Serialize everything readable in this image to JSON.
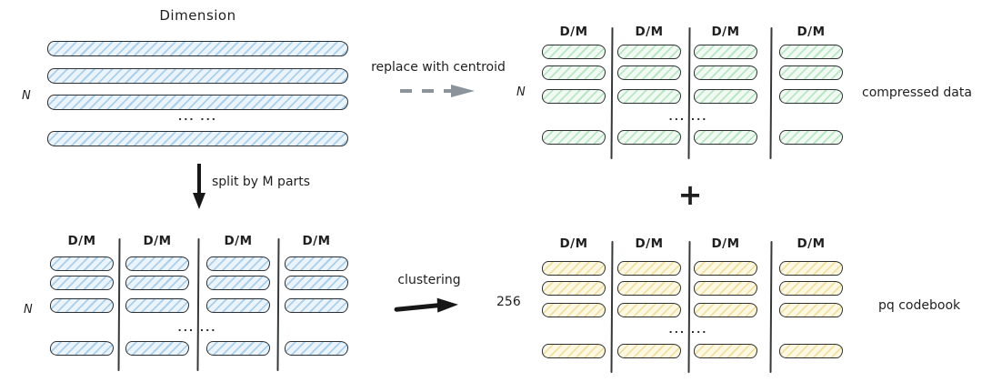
{
  "diagram": {
    "original": {
      "title": "Dimension",
      "row_count": "N",
      "ellipsis": "... ..."
    },
    "split": {
      "column_labels": [
        "D/M",
        "D/M",
        "D/M",
        "D/M"
      ],
      "row_count": "N",
      "ellipsis": "... ..."
    },
    "compressed": {
      "column_labels": [
        "D/M",
        "D/M",
        "D/M",
        "D/M"
      ],
      "row_count": "N",
      "caption": "compressed data",
      "ellipsis": "... ..."
    },
    "codebook": {
      "column_labels": [
        "D/M",
        "D/M",
        "D/M",
        "D/M"
      ],
      "row_count": "256",
      "caption": "pq codebook",
      "ellipsis": "... ..."
    },
    "annotations": {
      "replace_arrow": "replace with centroid",
      "split_arrow": "split by M parts",
      "clustering_arrow": "clustering",
      "plus": "+"
    },
    "colors": {
      "blue_fill": "#ecf4fb",
      "blue_hatch": "#a8cfec",
      "green_fill": "#f1faf2",
      "green_hatch": "#b7e6c3",
      "yellow_fill": "#fdf8e1",
      "yellow_hatch": "#f1e0a2",
      "outline": "#2d3133",
      "ink": "#1f1f1f",
      "arrow_gray": "#8b949b"
    }
  }
}
